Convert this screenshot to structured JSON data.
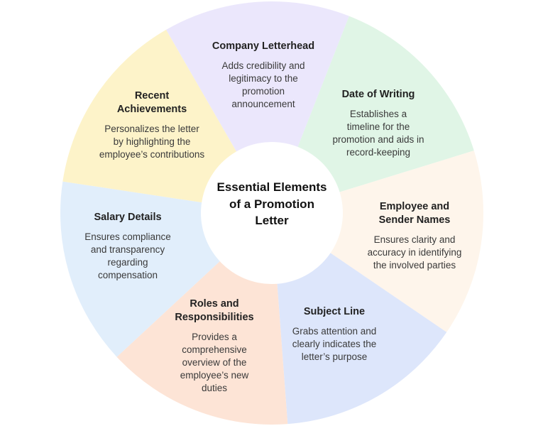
{
  "center_title": "Essential Elements of a Promotion Letter",
  "segments": [
    {
      "title": "Company Letterhead",
      "desc": "Adds credibility and legitimacy to the promotion announcement",
      "color": "#ebe7fc"
    },
    {
      "title": "Date of Writing",
      "desc": "Establishes a timeline for the promotion and aids in record-keeping",
      "color": "#e0f5e6"
    },
    {
      "title": "Employee and Sender Names",
      "desc": "Ensures clarity and accuracy in identifying the involved parties",
      "color": "#fef5eb"
    },
    {
      "title": "Subject Line",
      "desc": "Grabs attention and clearly indicates the letter’s purpose",
      "color": "#dde6fb"
    },
    {
      "title": "Roles and Responsibilities",
      "desc": "Provides a comprehensive overview of the employee’s new duties",
      "color": "#fde4d6"
    },
    {
      "title": "Salary Details",
      "desc": "Ensures compliance and transparency regarding compensation",
      "color": "#e1eefb"
    },
    {
      "title": "Recent Achievements",
      "desc": "Personalizes the letter by highlighting the employee’s contributions",
      "color": "#fdf3c9"
    }
  ]
}
